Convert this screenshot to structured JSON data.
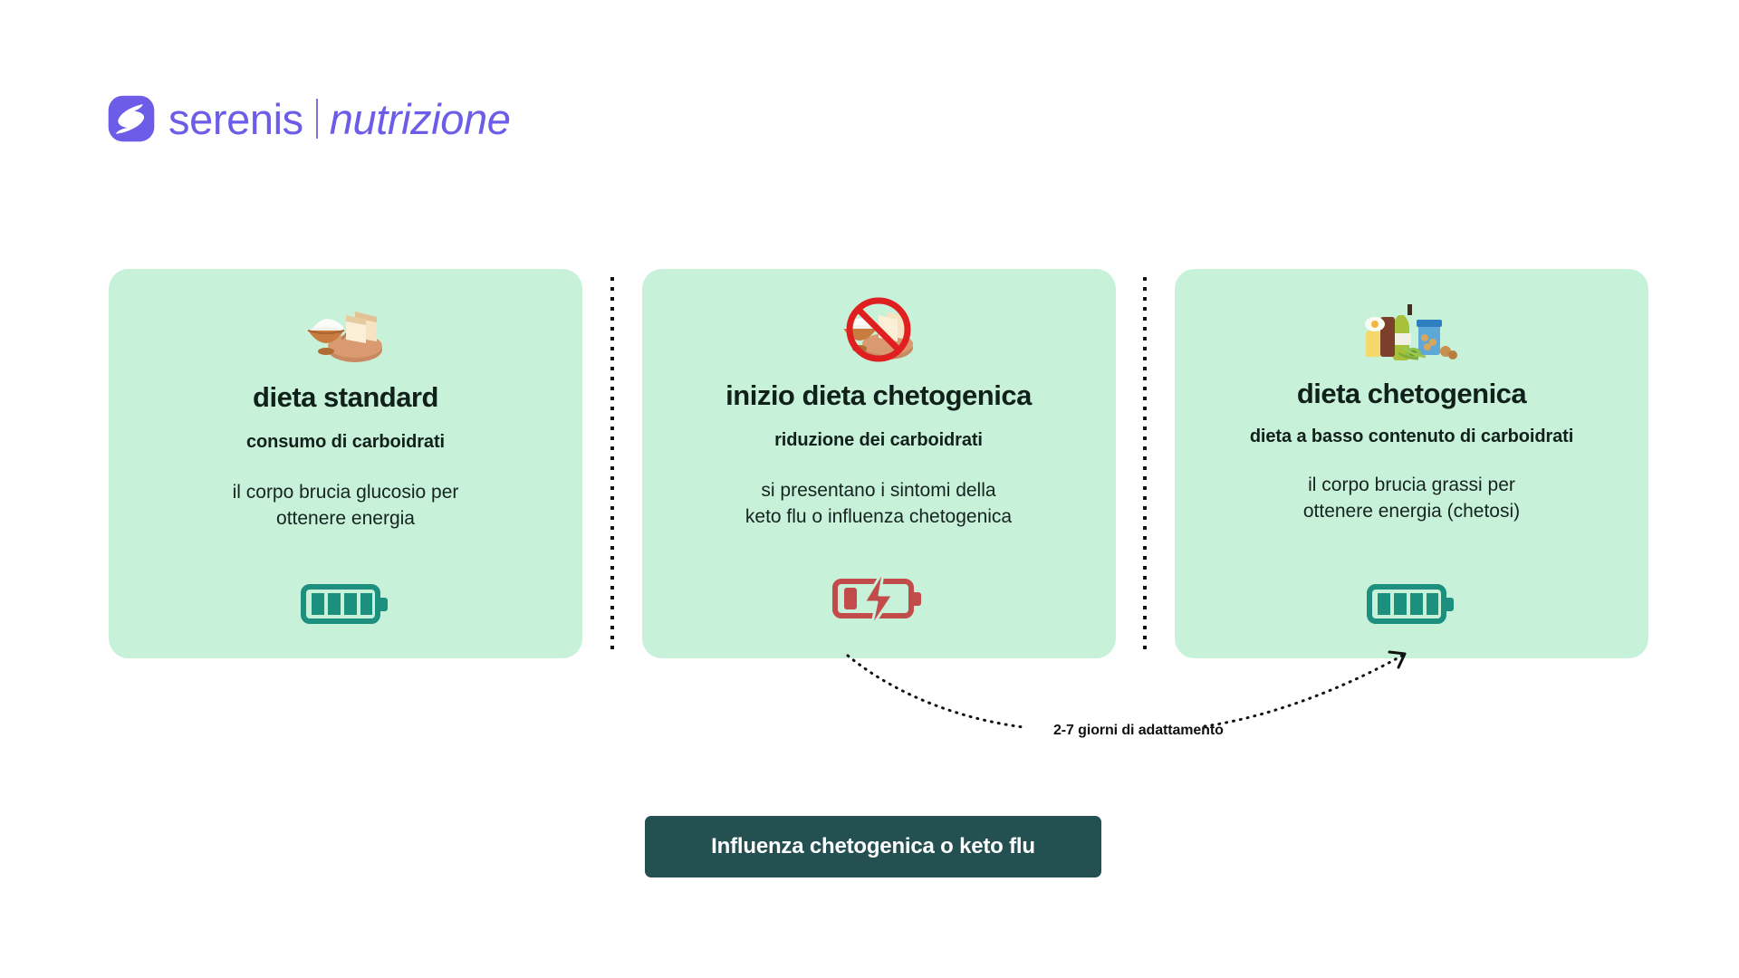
{
  "brand": {
    "logo_icon": "serenis-swirl-logo",
    "name": "serenis",
    "divider": "|",
    "sub": "nutrizione",
    "accent_color": "#6C5CE7"
  },
  "colors": {
    "card_background": "#C8F1DA",
    "battery_full": "#1C8F7E",
    "battery_low": "#C24B4B",
    "cta_background": "#255052",
    "cta_text": "#FFFFFF",
    "text": "#10201A",
    "separator": "#17120F"
  },
  "cards": [
    {
      "icon": "bread-and-flour-icon",
      "title": "dieta standard",
      "subtitle": "consumo di carboidrati",
      "body_lines": [
        "il corpo brucia glucosio per",
        "ottenere energia"
      ],
      "battery": {
        "state": "full",
        "bars": 4,
        "color": "#1C8F7E",
        "icon": "battery-full-icon"
      }
    },
    {
      "icon": "no-bread-icon",
      "title": "inizio dieta chetogenica",
      "subtitle": "riduzione dei carboidrati",
      "body_lines": [
        "si presentano i sintomi della",
        "keto flu o influenza chetogenica"
      ],
      "battery": {
        "state": "low-charging",
        "bars": 1,
        "color": "#C24B4B",
        "icon": "battery-low-charging-icon"
      }
    },
    {
      "icon": "keto-foods-icon",
      "title": "dieta chetogenica",
      "subtitle": "dieta a basso contenuto di carboidrati",
      "body_lines": [
        "il corpo brucia grassi per",
        "ottenere energia (chetosi)"
      ],
      "battery": {
        "state": "full",
        "bars": 4,
        "color": "#1C8F7E",
        "icon": "battery-full-icon"
      }
    }
  ],
  "annotation": {
    "label": "2-7 giorni di adattamento",
    "icon": "dotted-arc-arrow-icon"
  },
  "cta": {
    "label": "Influenza chetogenica o keto flu"
  }
}
